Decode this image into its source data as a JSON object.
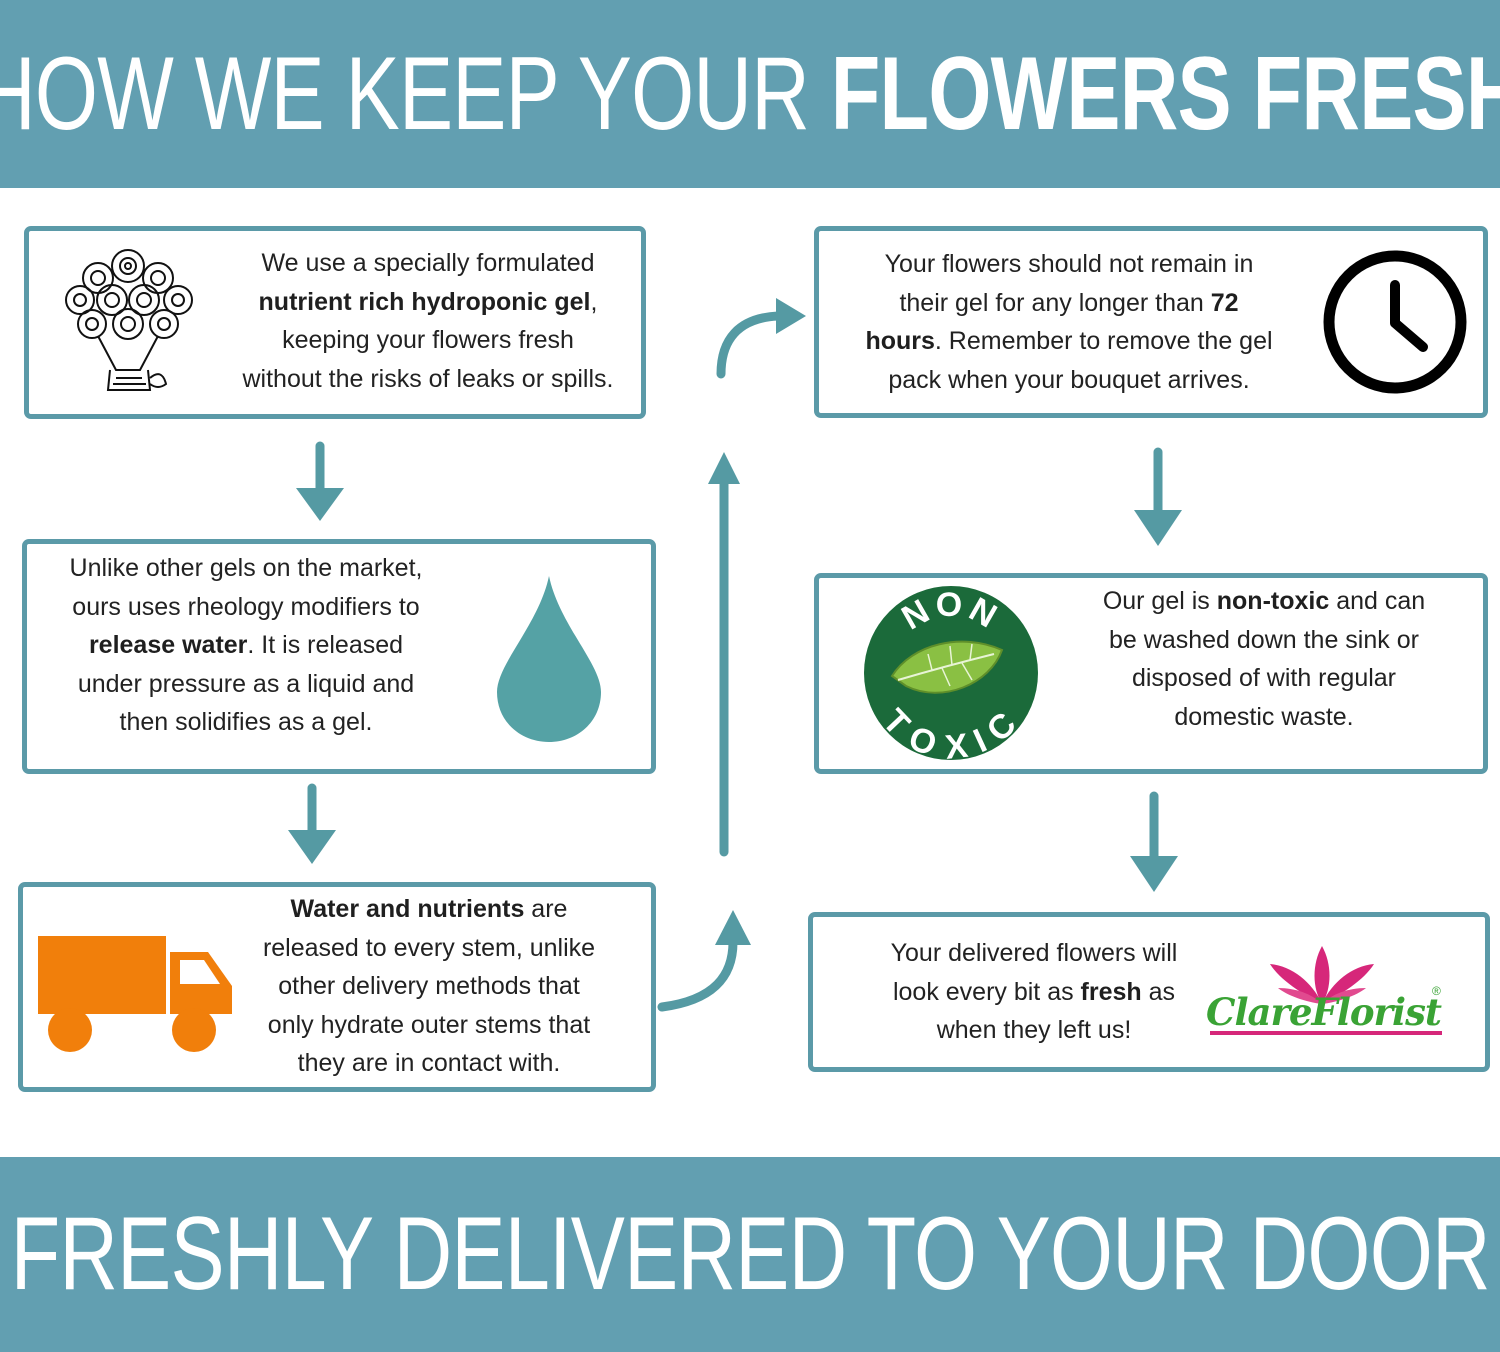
{
  "header": {
    "title_light": "HOW WE KEEP YOUR ",
    "title_bold": "FLOWERS FRESH"
  },
  "footer": {
    "title": "FRESHLY DELIVERED TO YOUR DOOR"
  },
  "steps": {
    "gel": {
      "t1": "We use a specially formulated",
      "t2_bold": "nutrient rich hydroponic gel",
      "t2_rest": ",",
      "t3": "keeping your flowers fresh",
      "t4": "without the risks of leaks or spills."
    },
    "release": {
      "t1": "Unlike other gels on the market,",
      "t2": "ours uses rheology modifiers to",
      "t3_bold": "release water",
      "t3_rest": ". It is released",
      "t4": "under pressure as a liquid and",
      "t5": "then solidifies as a gel."
    },
    "nutrients": {
      "t1_bold": "Water and nutrients",
      "t1_rest": " are",
      "t2": "released to every stem, unlike",
      "t3": "other delivery methods that",
      "t4": "only hydrate outer stems that",
      "t5": "they are in contact with."
    },
    "time": {
      "t1": "Your flowers should not remain in",
      "t2_pre": "their gel for any longer than ",
      "t2_bold": "72",
      "t3_bold": "hours",
      "t3_rest": ". Remember to remove the gel",
      "t4": "pack when your bouquet arrives."
    },
    "nontoxic": {
      "t1_pre": "Our gel is ",
      "t1_bold": "non-toxic",
      "t1_rest": " and can",
      "t2": "be washed down the sink or",
      "t3": "disposed of with regular",
      "t4": "domestic waste.",
      "badge_top": "NON",
      "badge_bottom": "TOXIC"
    },
    "delivered": {
      "t1": "Your delivered flowers will",
      "t2_pre": "look every bit as ",
      "t2_bold": "fresh",
      "t2_rest": " as",
      "t3": "when they left us!"
    }
  },
  "brand": {
    "name": "ClareFlorist",
    "registered": "®"
  },
  "icons": {
    "bouquet": "bouquet-icon",
    "drop": "water-drop-icon",
    "truck": "delivery-truck-icon",
    "clock": "clock-icon",
    "leaf": "leaf-icon",
    "lotus": "lotus-icon"
  },
  "colors": {
    "banner": "#629fb1",
    "border": "#5b9aa8",
    "arrow": "#559aa3",
    "drop": "#55a2a5",
    "truck": "#f17f0b",
    "badge": "#1b6a3a",
    "leaf": "#8ac043",
    "brand_green": "#3aa335",
    "brand_pink": "#d6277a"
  }
}
